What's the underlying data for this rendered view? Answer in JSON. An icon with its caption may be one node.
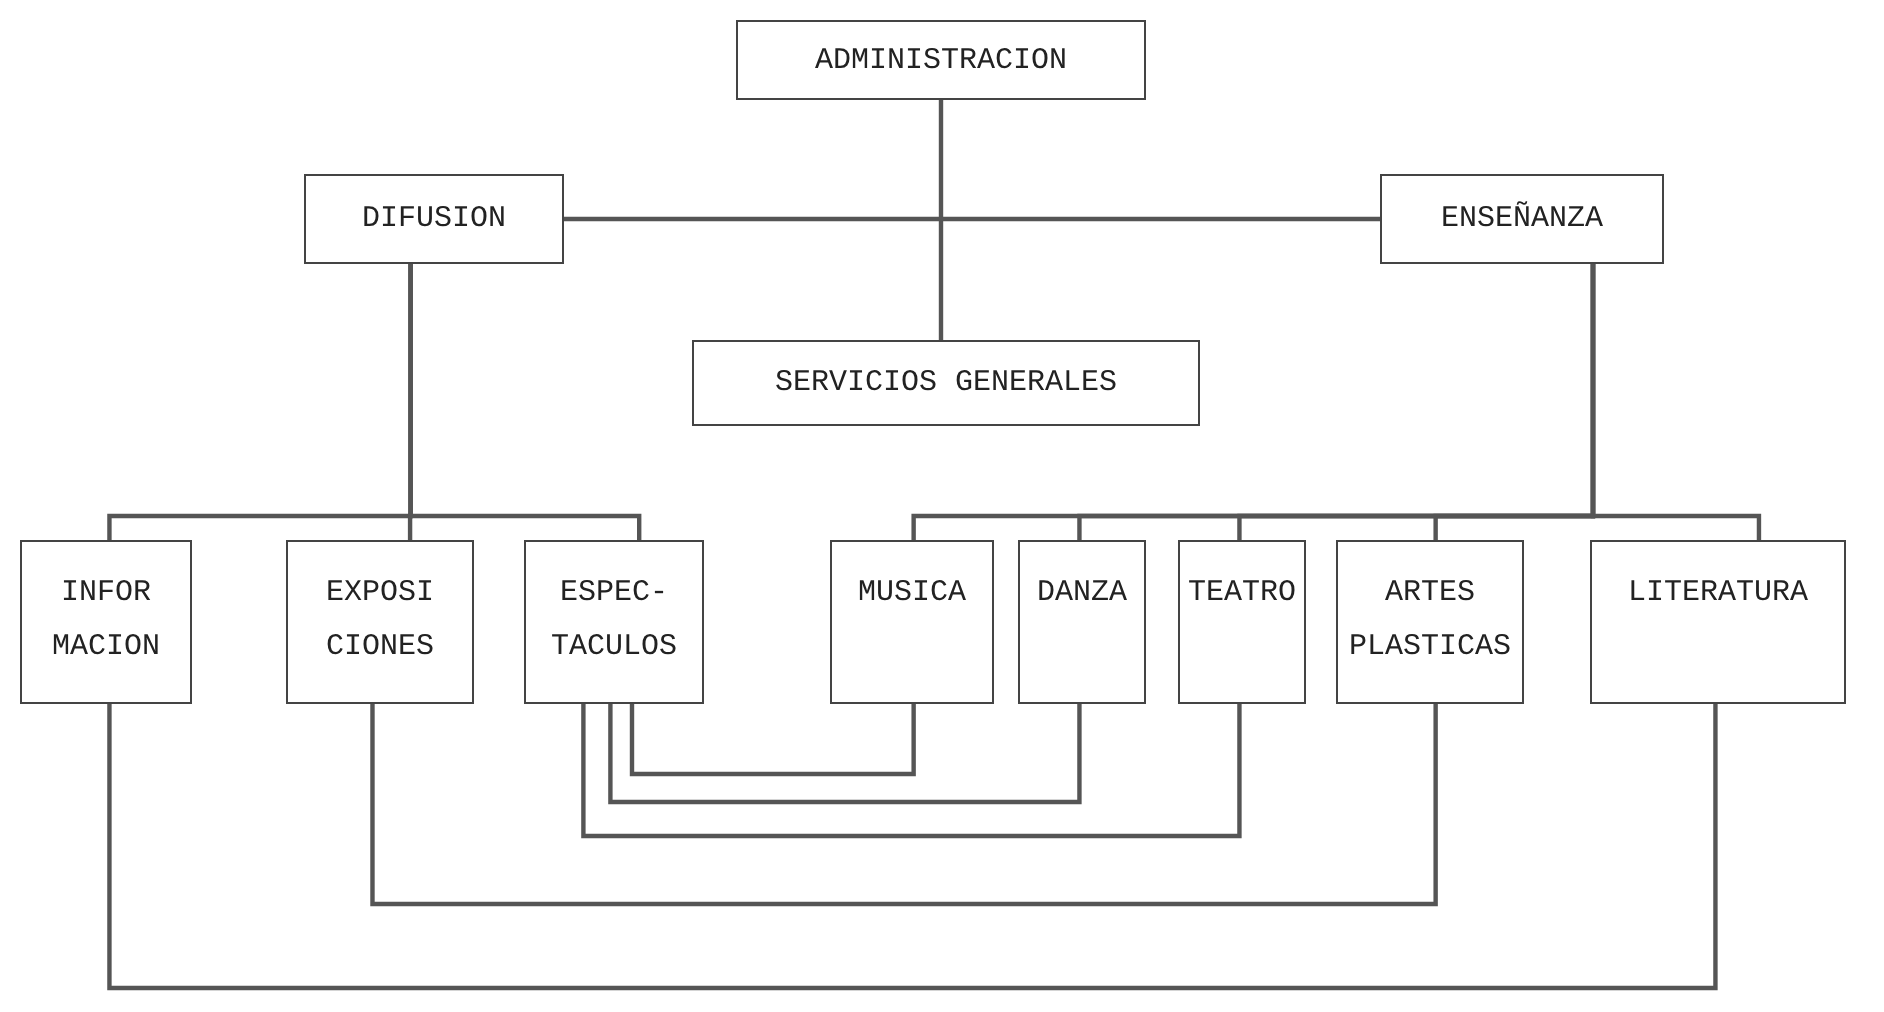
{
  "diagram": {
    "nodes": [
      {
        "text": [
          "ADMINISTRACION"
        ]
      },
      {
        "text": [
          "DIFUSION"
        ]
      },
      {
        "text": [
          "ENSEÑANZA"
        ]
      },
      {
        "text": [
          "SERVICIOS GENERALES"
        ]
      },
      {
        "text": [
          "INFOR MACION"
        ]
      },
      {
        "text": [
          "EXPOSI CIONES"
        ]
      },
      {
        "text": [
          "ESPEC- TACULOS"
        ]
      },
      {
        "text": [
          "MUSICA"
        ]
      },
      {
        "text": [
          "DANZA"
        ]
      },
      {
        "text": [
          "TEATRO"
        ]
      },
      {
        "text": [
          "ARTES PLASTICAS"
        ]
      },
      {
        "text": [
          "LITERATURA"
        ]
      }
    ],
    "edges": [
      {
        "from": 0,
        "to": 3,
        "arrow": "none"
      },
      {
        "from": 1,
        "to": 2,
        "arrow": "none"
      },
      {
        "from": 1,
        "to": 4,
        "arrow": "none"
      },
      {
        "from": 1,
        "to": 5,
        "arrow": "none"
      },
      {
        "from": 1,
        "to": 6,
        "arrow": "none"
      },
      {
        "from": 2,
        "to": 7,
        "arrow": "none"
      },
      {
        "from": 2,
        "to": 8,
        "arrow": "none"
      },
      {
        "from": 2,
        "to": 9,
        "arrow": "none"
      },
      {
        "from": 2,
        "to": 10,
        "arrow": "none"
      },
      {
        "from": 2,
        "to": 11,
        "arrow": "none"
      },
      {
        "from": 6,
        "to": 7,
        "arrow": "none"
      },
      {
        "from": 6,
        "to": 8,
        "arrow": "none"
      },
      {
        "from": 6,
        "to": 9,
        "arrow": "none"
      },
      {
        "from": 5,
        "to": 10,
        "arrow": "none"
      },
      {
        "from": 4,
        "to": 11,
        "arrow": "none"
      }
    ]
  }
}
